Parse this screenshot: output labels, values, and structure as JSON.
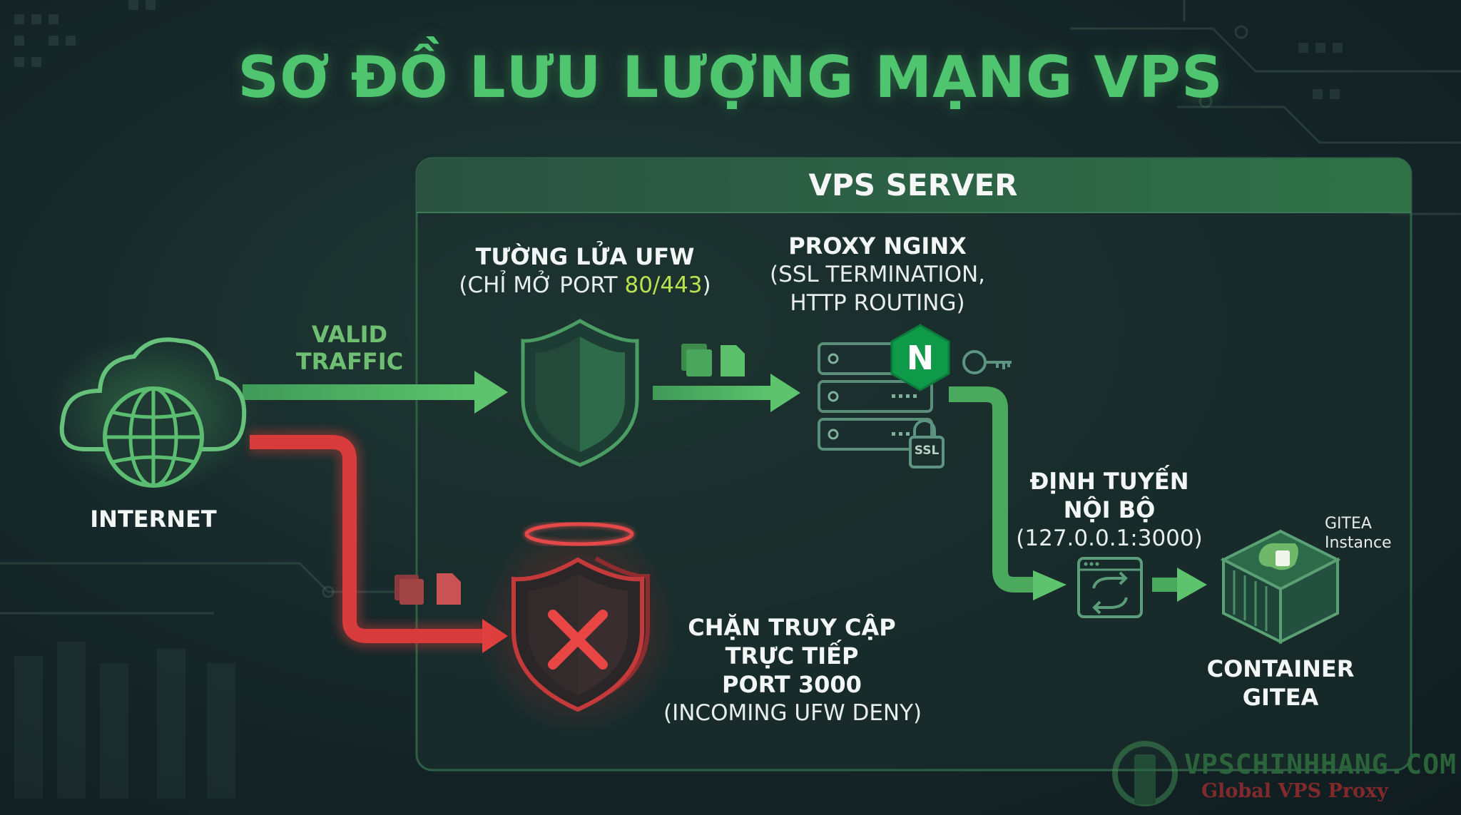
{
  "title": "SƠ ĐỒ LƯU LƯỢNG MẠNG VPS",
  "vps_server": "VPS SERVER",
  "internet": {
    "label": "INTERNET"
  },
  "valid_traffic": {
    "line1": "VALID",
    "line2": "TRAFFIC"
  },
  "firewall": {
    "title": "TƯỜNG LỬA UFW",
    "subtitle_prefix": "(CHỈ MỞ PORT ",
    "ports": "80/443",
    "subtitle_suffix": ")"
  },
  "proxy": {
    "title": "PROXY NGINX",
    "line2": "(SSL TERMINATION,",
    "line3": "HTTP ROUTING)",
    "nginx_letter": "N",
    "ssl_badge": "SSL"
  },
  "routing": {
    "line1": "ĐỊNH TUYẾN",
    "line2": "NỘI BỘ",
    "address": "(127.0.0.1:3000)"
  },
  "gitea": {
    "tag_line1": "GITEA",
    "tag_line2": "Instance",
    "label_line1": "CONTAINER",
    "label_line2": "GITEA"
  },
  "blocked": {
    "line1": "CHẶN TRUY CẬP",
    "line2": "TRỰC TIẾP",
    "line3": "PORT 3000",
    "line4": "(INCOMING UFW DENY)"
  },
  "watermark": {
    "url": "VPSCHINHHANG.COM",
    "tagline": "Global VPS Proxy"
  },
  "colors": {
    "accent_green": "#4fc56f",
    "deny_red": "#e0403e",
    "port_highlight": "#b6e34f"
  }
}
